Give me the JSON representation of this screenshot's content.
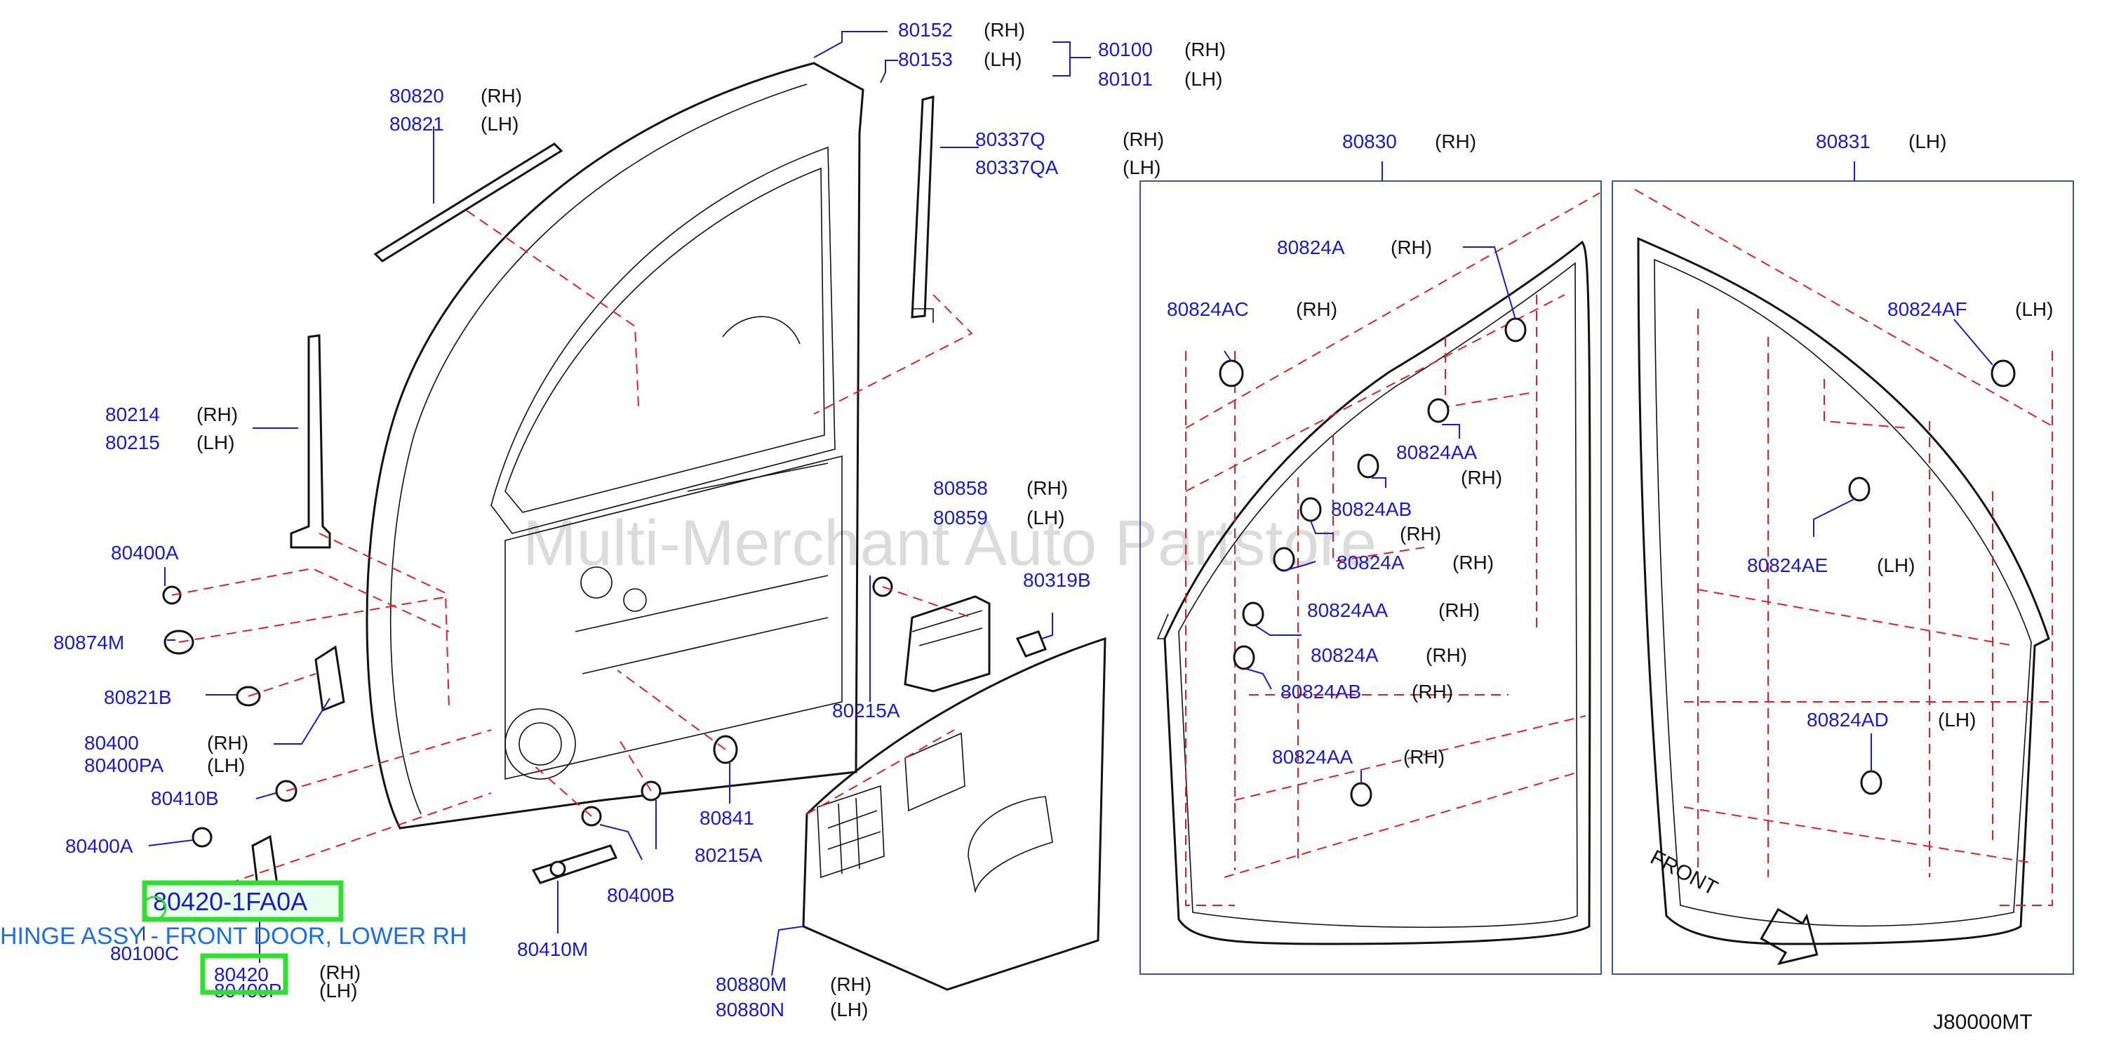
{
  "watermark": "Multi-Merchant Auto Partstore",
  "drawing_code": "J80000MT",
  "front_label": "FRONT",
  "highlight_part": "80420-1FA0A",
  "highlight_description": "HINGE ASSY - FRONT DOOR, LOWER RH",
  "labels": {
    "p80152": "80152",
    "s80152": "(RH)",
    "p80153": "80153",
    "s80153": "(LH)",
    "p80100": "80100",
    "s80100": "(RH)",
    "p80101": "80101",
    "s80101": "(LH)",
    "p80820": "80820",
    "s80820": "(RH)",
    "p80821": "80821",
    "s80821": "(LH)",
    "p80337Q": "80337Q",
    "s80337Q": "(RH)",
    "p80337QA": "80337QA",
    "s80337QA": "(LH)",
    "p80214": "80214",
    "s80214": "(RH)",
    "p80215": "80215",
    "s80215": "(LH)",
    "p80400A_top": "80400A",
    "p80874M": "80874M",
    "p80821B": "80821B",
    "p80400": "80400",
    "s80400": "(RH)",
    "p80400PA": "80400PA",
    "s80400PA": "(LH)",
    "p80410B": "80410B",
    "p80400A_bottom": "80400A",
    "p80100C": "80100C",
    "p80420": "80420",
    "s80420": "(RH)",
    "p80400P": "80400P",
    "s80400P": "(LH)",
    "p80858": "80858",
    "s80858": "(RH)",
    "p80859": "80859",
    "s80859": "(LH)",
    "p80319B": "80319B",
    "p80215A_top": "80215A",
    "p80841": "80841",
    "p80215A_bottom": "80215A",
    "p80400B": "80400B",
    "p80410M": "80410M",
    "p80880M": "80880M",
    "s80880M": "(RH)",
    "p80880N": "80880N",
    "s80880N": "(LH)",
    "p80830": "80830",
    "s80830": "(RH)",
    "p80824A_1": "80824A",
    "s80824A_1": "(RH)",
    "p80824AC": "80824AC",
    "s80824AC": "(RH)",
    "p80824AA_1": "80824AA",
    "s80824AA_1": "(RH)",
    "p80824AB_1": "80824AB",
    "s80824AB_1": "(RH)",
    "p80824A_2": "80824A",
    "s80824A_2": "(RH)",
    "p80824AA_2": "80824AA",
    "s80824AA_2": "(RH)",
    "p80824A_3": "80824A",
    "s80824A_3": "(RH)",
    "p80824AB_2": "80824AB",
    "s80824AB_2": "(RH)",
    "p80824AA_3": "80824AA",
    "s80824AA_3": "(RH)",
    "p80831": "80831",
    "s80831": "(LH)",
    "p80824AF": "80824AF",
    "s80824AF": "(LH)",
    "p80824AE": "80824AE",
    "s80824AE": "(LH)",
    "p80824AD": "80824AD",
    "s80824AD": "(LH)"
  },
  "colors": {
    "part_number": "#1a1acc",
    "highlight_box": "#33dd33",
    "hinge_text": "#1a6fe6",
    "dashed_line": "#e02020",
    "frame": "#3a5a9a"
  }
}
